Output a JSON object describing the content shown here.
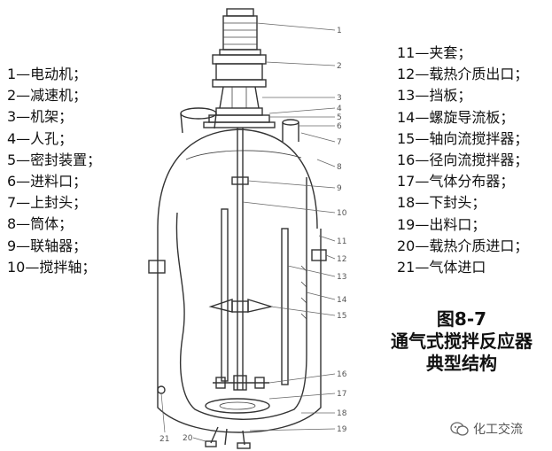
{
  "legend_left": [
    "1—电动机；",
    "2—减速机；",
    "3—机架；",
    "4—人孔；",
    "5—密封装置；",
    "6—进料口；",
    "7—上封头；",
    "8—筒体；",
    "9—联轴器；",
    "10—搅拌轴；"
  ],
  "legend_right": [
    "11—夹套；",
    "12—载热介质出口；",
    "13—挡板；",
    "14—螺旋导流板；",
    "15—轴向流搅拌器；",
    "16—径向流搅拌器；",
    "17—气体分布器；",
    "18—下封头；",
    "19—出料口；",
    "20—载热介质进口；",
    "21—气体进口"
  ],
  "caption": {
    "figure_no": "图8-7",
    "title_line1": "通气式搅拌反应器",
    "title_line2": "典型结构"
  },
  "callouts": [
    "1",
    "2",
    "3",
    "4",
    "5",
    "6",
    "7",
    "8",
    "9",
    "10",
    "11",
    "12",
    "13",
    "14",
    "15",
    "16",
    "17",
    "18",
    "19",
    "20",
    "21"
  ],
  "watermark": {
    "icon": "wechat-icon",
    "text": "化工交流"
  }
}
